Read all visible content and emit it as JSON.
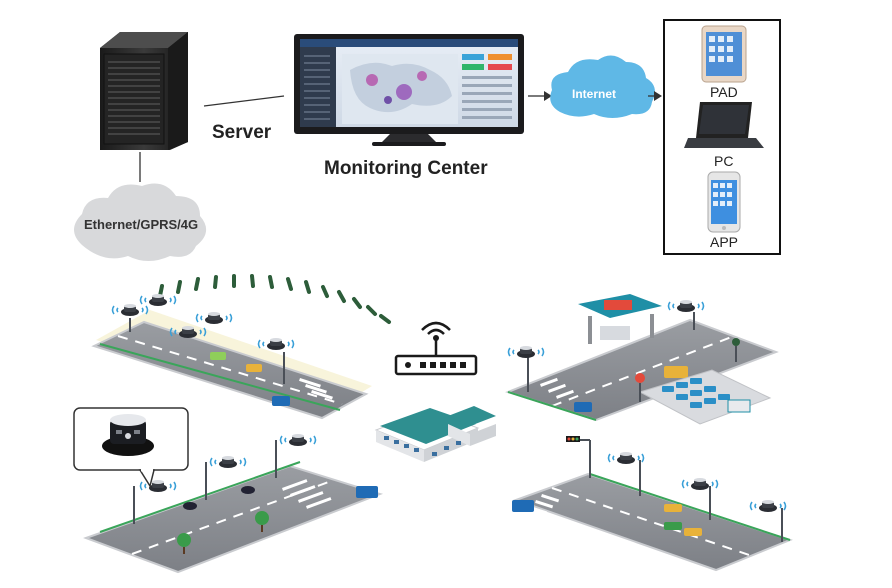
{
  "labels": {
    "server": "Server",
    "monitoring_center": "Monitoring Center",
    "internet": "Internet",
    "network": "Ethernet/GPRS/4G",
    "pad": "PAD",
    "pc": "PC",
    "app": "APP"
  },
  "colors": {
    "road": "#8c8f94",
    "road_edge": "#c9cbcf",
    "stripe": "#ffffff",
    "pole": "#4a4f57",
    "cloud_blue": "#5fb8e6",
    "cloud_gray": "#d8d9db",
    "signal_green": "#2d5d3a",
    "light_cone": "#f5e9a8",
    "station_roof": "#1f8fa6",
    "tank": "#1b3b66"
  },
  "icons": [
    "server-rack-icon",
    "monitor-icon",
    "cloud-icon",
    "tablet-icon",
    "laptop-icon",
    "smartphone-icon",
    "wifi-router-icon",
    "street-lamp-icon",
    "building-icon",
    "gas-station-icon",
    "lamp-controller-icon"
  ]
}
